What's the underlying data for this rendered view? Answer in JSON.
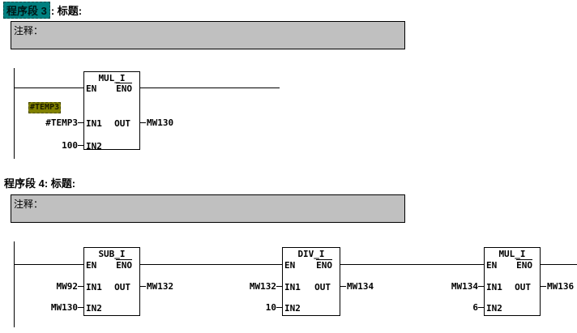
{
  "colors": {
    "selection_teal": "#008080",
    "symbol_olive": "#808000",
    "comment_gray": "#c0c0c0",
    "line_black": "#000000"
  },
  "networks": [
    {
      "number_label": "程序段 3",
      "header_rest": ": 标题:",
      "comment_label": "注释：",
      "selected": true,
      "symbol_tooltip": "#TEMP3",
      "blocks": [
        {
          "title": "MUL_I",
          "en_label": "EN",
          "eno_label": "ENO",
          "in1_label": "IN1",
          "in2_label": "IN2",
          "out_label": "OUT",
          "in1_operand": "#TEMP3",
          "in2_operand": "100",
          "out_operand": "MW130"
        }
      ]
    },
    {
      "number_label": "程序段 4",
      "header_rest": ": 标题:",
      "comment_label": "注释：",
      "selected": false,
      "blocks": [
        {
          "title": "SUB_I",
          "en_label": "EN",
          "eno_label": "ENO",
          "in1_label": "IN1",
          "in2_label": "IN2",
          "out_label": "OUT",
          "in1_operand": "MW92",
          "in2_operand": "MW130",
          "out_operand": "MW132"
        },
        {
          "title": "DIV_I",
          "en_label": "EN",
          "eno_label": "ENO",
          "in1_label": "IN1",
          "in2_label": "IN2",
          "out_label": "OUT",
          "in1_operand": "MW132",
          "in2_operand": "10",
          "out_operand": "MW134"
        },
        {
          "title": "MUL_I",
          "en_label": "EN",
          "eno_label": "ENO",
          "in1_label": "IN1",
          "in2_label": "IN2",
          "out_label": "OUT",
          "in1_operand": "MW134",
          "in2_operand": "6",
          "out_operand": "MW136"
        }
      ]
    }
  ]
}
